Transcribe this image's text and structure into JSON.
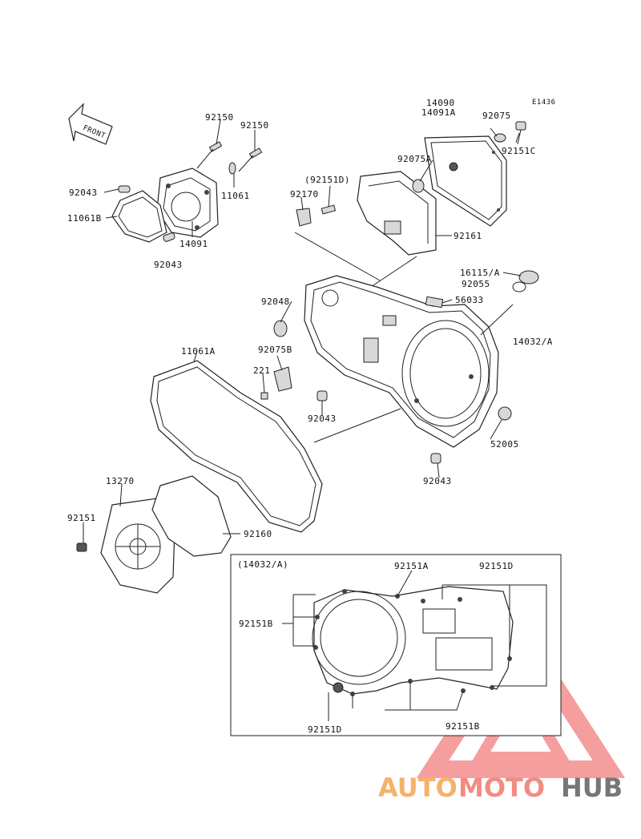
{
  "diagram_id": "E1436",
  "front_label": "FRONT",
  "labels": {
    "p92150a": "92150",
    "p92150b": "92150",
    "p92043a": "92043",
    "p11061b": "11061B",
    "p11061": "11061",
    "p14091": "14091",
    "p92043b": "92043",
    "p14090": "14090",
    "p14091a": "14091A",
    "p92075": "92075",
    "p92151c": "92151C",
    "p92075a": "92075A",
    "p92151d_top": "(92151D)",
    "p92170": "92170",
    "p92161": "92161",
    "p16115": "16115/A",
    "p92055": "92055",
    "p92048": "92048",
    "p56033": "56033",
    "p14032": "14032/A",
    "p11061a": "11061A",
    "p92075b": "92075B",
    "p221": "221",
    "p92043c": "92043",
    "p52005": "52005",
    "p92043d": "92043",
    "p13270": "13270",
    "p92151": "92151",
    "p92160": "92160",
    "inset_title": "(14032/A)",
    "p92151a": "92151A",
    "p92151d_in": "92151D",
    "p92151b_left": "92151B",
    "p92151d_bot": "92151D",
    "p92151b_bot": "92151B"
  },
  "watermark": {
    "part1": "AUTO",
    "part2": "MOTO",
    "part3": "HUB",
    "color1": "#f6b26b",
    "color2": "#f28b82",
    "color3": "#777777"
  }
}
